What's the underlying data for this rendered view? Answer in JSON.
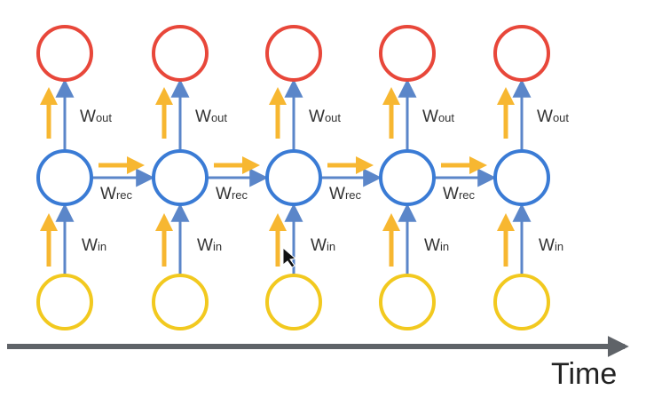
{
  "diagram": {
    "columns": 5,
    "labels": {
      "w_prefix": "W",
      "out_sub": "out",
      "rec_sub": "rec",
      "in_sub": "in",
      "time": "Time"
    },
    "colors": {
      "output_node": "#e8473a",
      "hidden_node": "#3a7bd5",
      "input_node": "#f2c91f",
      "edge": "#5b86c9",
      "flow_arrow": "#f7b731",
      "time_axis": "#5f6368"
    },
    "icons": [
      "cursor-icon"
    ]
  }
}
